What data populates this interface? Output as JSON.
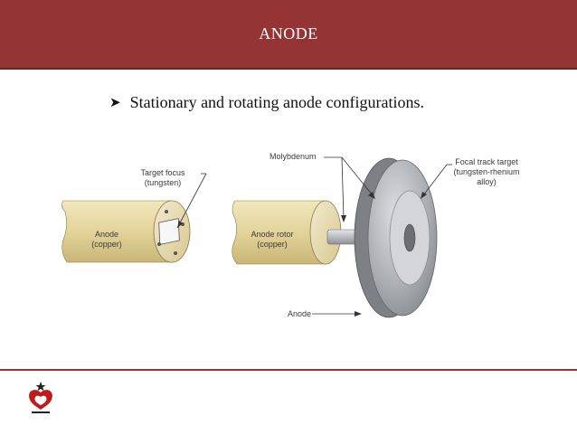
{
  "slide": {
    "title": "ANODE",
    "bullet": "Stationary and rotating anode configurations."
  },
  "diagram": {
    "stationary": {
      "target_focus_label": "Target focus",
      "target_focus_material": "(tungsten)",
      "anode_label": "Anode",
      "anode_material": "(copper)"
    },
    "rotating": {
      "molybdenum_label": "Molybdenum",
      "rotor_label": "Anode rotor",
      "rotor_material": "(copper)",
      "focal_label_1": "Focal track target",
      "focal_label_2": "(tungsten-rhenium",
      "focal_label_3": "alloy)",
      "anode_label": "Anode"
    }
  },
  "colors": {
    "title_bar": "#943434",
    "copper": "#e6d9a6",
    "disk": "#b9bcc0"
  },
  "icons": {
    "bullet": "arrowhead-bullet-icon",
    "logo": "institution-logo-icon"
  }
}
